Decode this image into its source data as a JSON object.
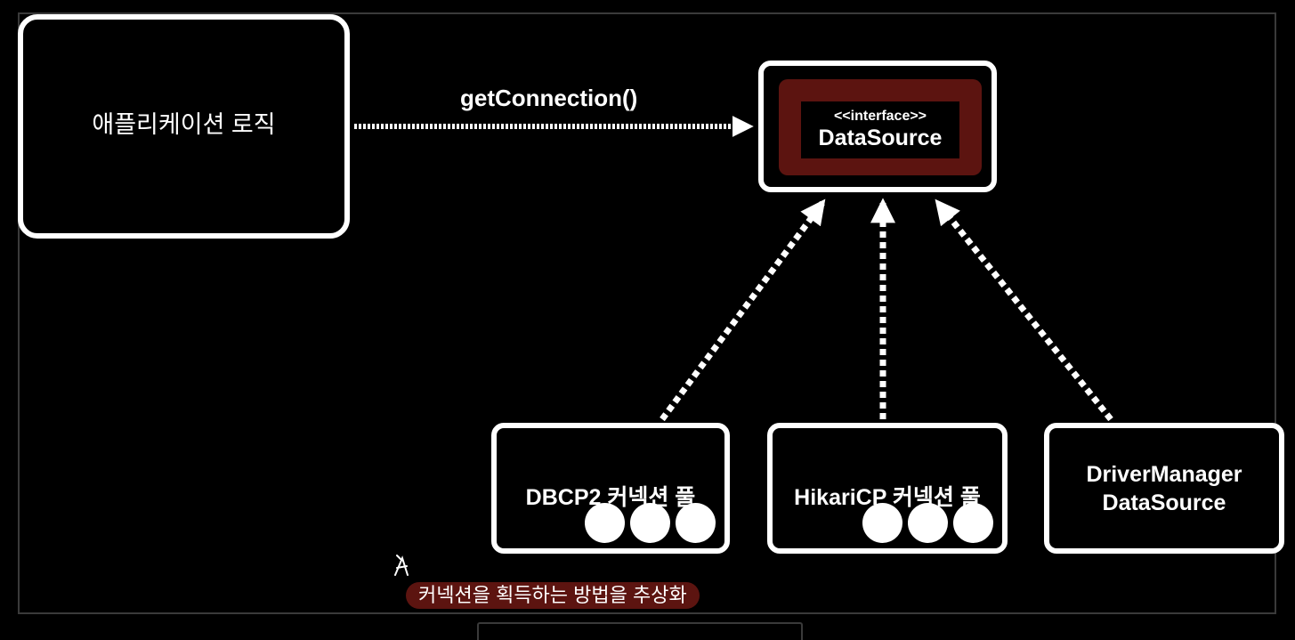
{
  "app_logic": {
    "label": "애플리케이션 로직"
  },
  "call": {
    "label": "getConnection()"
  },
  "datasource": {
    "stereotype": "<<interface>>",
    "name": "DataSource"
  },
  "implementations": [
    {
      "label": "DBCP2 커넥션 풀",
      "connections": 3
    },
    {
      "label": "HikariCP 커넥션 풀",
      "connections": 3
    },
    {
      "label_line1": "DriverManager",
      "label_line2": "DataSource"
    }
  ],
  "caption": {
    "text": "커넥션을 획득하는 방법을 추상화"
  },
  "colors": {
    "background": "#000000",
    "foreground": "#ffffff",
    "accent": "#5c1410"
  }
}
